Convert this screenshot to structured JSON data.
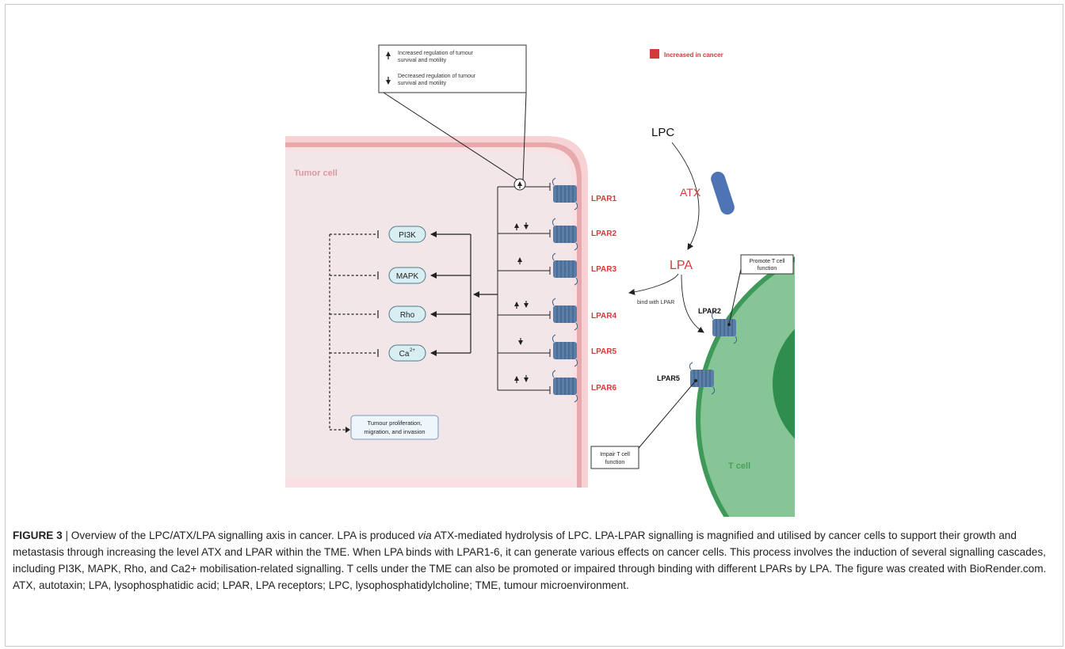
{
  "figure": {
    "legend": {
      "up_text_line1": "Increased regulation of tumour",
      "up_text_line2": "survival and motility",
      "down_text_line1": "Decreased regulation of tumour",
      "down_text_line2": "survival and motility",
      "cancer_key": "Increased in cancer"
    },
    "tumor_cell_label": "Tumor cell",
    "t_cell_label": "T cell",
    "lpc": "LPC",
    "atx": "ATX",
    "lpa": "LPA",
    "bind_with": "bind with  LPAR",
    "receptors": [
      {
        "label": "LPAR1",
        "effect": "up-circle"
      },
      {
        "label": "LPAR2",
        "effect": "up-down"
      },
      {
        "label": "LPAR3",
        "effect": "up"
      },
      {
        "label": "LPAR4",
        "effect": "up-down"
      },
      {
        "label": "LPAR5",
        "effect": "down"
      },
      {
        "label": "LPAR6",
        "effect": "up-down"
      }
    ],
    "pathways": [
      "PI3K",
      "MAPK",
      "Rho",
      "Ca"
    ],
    "ca_superscript": "2+",
    "outcome_line1": "Tumour proliferation,",
    "outcome_line2": "migration, and invasion",
    "tcell_lpar2": "LPAR2",
    "tcell_lpar5": "LPAR5",
    "promote_line1": "Promote T cell",
    "promote_line2": "function",
    "impair_line1": "Impair T cell",
    "impair_line2": "function",
    "colors": {
      "cancer_red": "#d13b3b",
      "tumor_fill": "#f3e6e8",
      "membrane": "#e8a9ad",
      "tcell_light": "#86c596",
      "tcell_dark": "#3f9a5a",
      "tcell_nucleus": "#2f8e4e",
      "receptor_blue": "#5b7ea8",
      "pathway_fill": "#d8eef2",
      "atx_blue": "#4e74b6"
    }
  },
  "caption": {
    "label": "FIGURE 3",
    "separator": "|",
    "seg1": "Overview of the LPC/ATX/LPA signalling axis in cancer. LPA is produced ",
    "via": "via",
    "seg2": " ATX-mediated hydrolysis of LPC. LPA-LPAR signalling is magnified and utilised by cancer cells to support their growth and metastasis through increasing the level ATX and LPAR within the TME. When LPA binds with LPAR1-6, it can generate various effects on cancer cells. This process involves the induction of several signalling cascades, including PI3K, MAPK, Rho, and Ca2+ mobilisation-related signalling. T cells under the TME can also be promoted or impaired through binding with different LPARs by LPA. The figure was created with BioRender.com. ATX, autotaxin; LPA, lysophosphatidic acid; LPAR, LPA receptors; LPC, lysophosphatidylcholine; TME, tumour microenvironment."
  }
}
